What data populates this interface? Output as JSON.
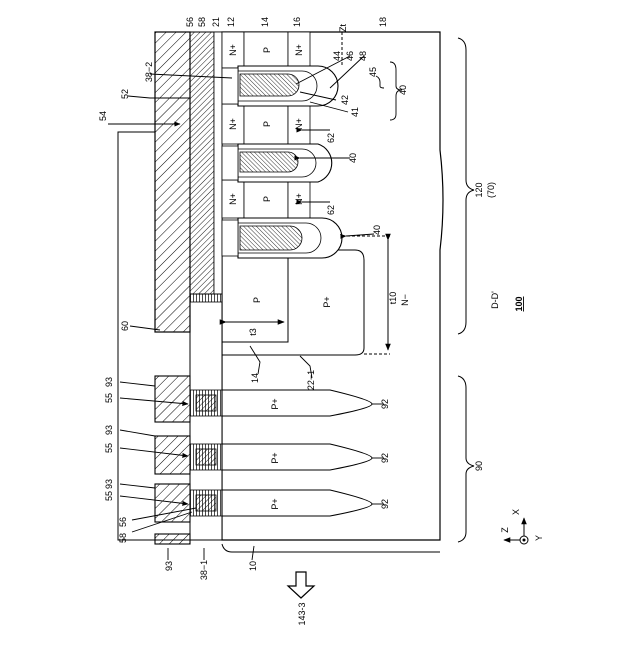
{
  "figure": {
    "view_label": "D-D'",
    "device_number": "100",
    "arrow_label": "143-3",
    "axes": {
      "z": "Z",
      "x": "X",
      "y": "Y"
    }
  },
  "regions": {
    "n_plus": "N+",
    "p": "P",
    "p_plus": "P+",
    "n_minus": "N−"
  },
  "refs": {
    "r56": "56",
    "r58": "58",
    "r21": "21",
    "r12": "12",
    "r14": "14",
    "r16": "16",
    "r18": "18",
    "rzt": "Zt",
    "r38_2": "38−2",
    "r52": "52",
    "r54": "54",
    "r44": "44",
    "r46": "46",
    "r48": "48",
    "r45": "45",
    "r42": "42",
    "r41": "41",
    "r40": "40",
    "r62": "62",
    "r120": "120",
    "r70": "(70)",
    "rt10": "t10",
    "rt3": "t3",
    "r60": "60",
    "r22_1": "22−1",
    "r93": "93",
    "r55": "55",
    "r92": "92",
    "r90": "90",
    "r38_1": "38−1",
    "r10": "10"
  }
}
